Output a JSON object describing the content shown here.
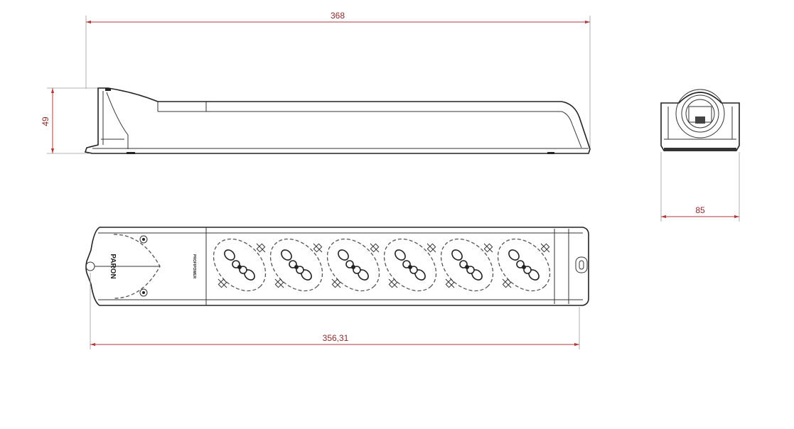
{
  "dimensions": {
    "overall_length": "368",
    "height": "49",
    "width": "85",
    "base_length": "356,31"
  },
  "labels": {
    "brand": "PARON",
    "model_marking": "PROFIPOWER"
  },
  "outlets": [
    "socket-1",
    "socket-2",
    "socket-3",
    "socket-4",
    "socket-5",
    "socket-6"
  ],
  "colors": {
    "dimension_line": "#b03a3a",
    "outline": "#222222",
    "background": "#ffffff"
  }
}
